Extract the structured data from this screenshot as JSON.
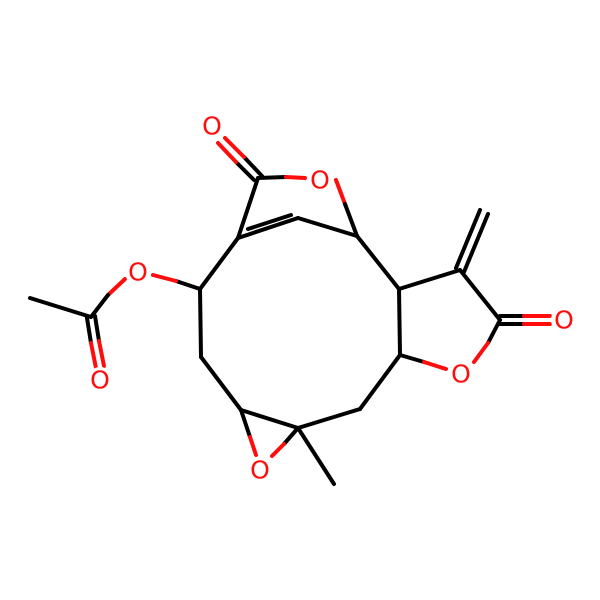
{
  "colors": {
    "carbon": "#000000",
    "oxygen": "#ff0d0d",
    "background": "#ffffff"
  },
  "atoms": [
    {
      "id": "O1",
      "symbol": "O"
    },
    {
      "id": "O2",
      "symbol": "O"
    },
    {
      "id": "O3",
      "symbol": "O"
    },
    {
      "id": "O4",
      "symbol": "O"
    },
    {
      "id": "O5",
      "symbol": "O"
    },
    {
      "id": "O6",
      "symbol": "O"
    },
    {
      "id": "O7",
      "symbol": "O"
    }
  ]
}
